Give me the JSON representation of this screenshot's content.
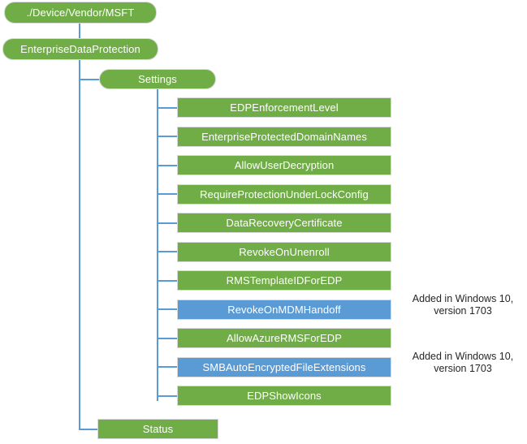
{
  "diagram": {
    "type": "tree",
    "title": "EnterpriseDataProtection CSP node tree",
    "colors": {
      "node_green": "#70AD47",
      "node_blue": "#5B9BD5",
      "connector": "#5B9BD5",
      "node_border": "#D9D9D9",
      "node_text": "#FFFFFF",
      "annotation_text": "#262626",
      "background": "#FFFFFF"
    },
    "root": {
      "label": "./Device/Vendor/MSFT",
      "shape": "pill",
      "color": "green"
    },
    "level2": [
      {
        "label": "EnterpriseDataProtection",
        "shape": "pill",
        "color": "green"
      }
    ],
    "level3": [
      {
        "label": "Settings",
        "shape": "pill",
        "color": "green"
      },
      {
        "label": "Status",
        "shape": "rect",
        "color": "green"
      }
    ],
    "settings_children": [
      {
        "label": "EDPEnforcementLevel",
        "color": "green",
        "annotation": ""
      },
      {
        "label": "EnterpriseProtectedDomainNames",
        "color": "green",
        "annotation": ""
      },
      {
        "label": "AllowUserDecryption",
        "color": "green",
        "annotation": ""
      },
      {
        "label": "RequireProtectionUnderLockConfig",
        "color": "green",
        "annotation": ""
      },
      {
        "label": "DataRecoveryCertificate",
        "color": "green",
        "annotation": ""
      },
      {
        "label": "RevokeOnUnenroll",
        "color": "green",
        "annotation": ""
      },
      {
        "label": "RMSTemplateIDForEDP",
        "color": "green",
        "annotation": ""
      },
      {
        "label": "RevokeOnMDMHandoff",
        "color": "blue",
        "annotation": "Added in Windows 10,\nversion 1703"
      },
      {
        "label": "AllowAzureRMSForEDP",
        "color": "green",
        "annotation": ""
      },
      {
        "label": "SMBAutoEncryptedFileExtensions",
        "color": "blue",
        "annotation": "Added in Windows 10,\nversion 1703"
      },
      {
        "label": "EDPShowIcons",
        "color": "green",
        "annotation": ""
      }
    ]
  }
}
